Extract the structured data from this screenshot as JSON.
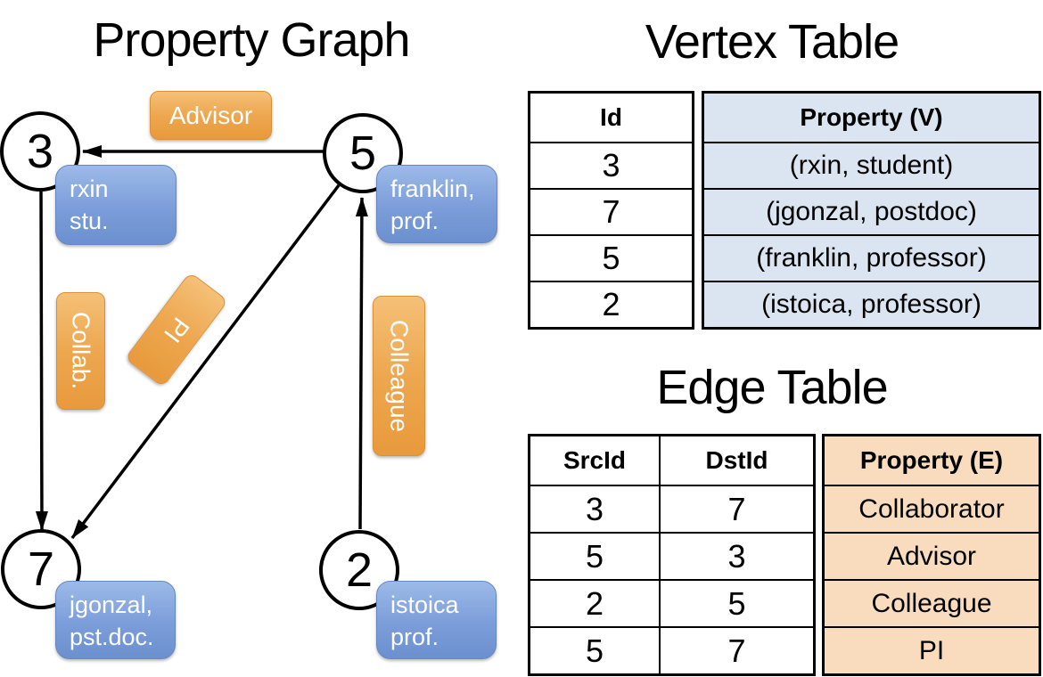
{
  "graph": {
    "title": "Property Graph",
    "nodes": {
      "n3": {
        "id": "3",
        "line1": "rxin",
        "line2": "stu."
      },
      "n5": {
        "id": "5",
        "line1": "franklin,",
        "line2": "prof."
      },
      "n7": {
        "id": "7",
        "line1": "jgonzal,",
        "line2": "pst.doc."
      },
      "n2": {
        "id": "2",
        "line1": "istoica",
        "line2": "prof."
      }
    },
    "edge_labels": {
      "advisor": "Advisor",
      "collab": "Collab.",
      "pi": "PI",
      "colleague": "Colleague"
    }
  },
  "vertex_table": {
    "title": "Vertex Table",
    "columns": {
      "id": "Id",
      "property": "Property (V)"
    },
    "rows": [
      {
        "id": "3",
        "property": "(rxin, student)"
      },
      {
        "id": "7",
        "property": "(jgonzal, postdoc)"
      },
      {
        "id": "5",
        "property": "(franklin, professor)"
      },
      {
        "id": "2",
        "property": "(istoica, professor)"
      }
    ]
  },
  "edge_table": {
    "title": "Edge Table",
    "columns": {
      "src": "SrcId",
      "dst": "DstId",
      "property": "Property (E)"
    },
    "rows": [
      {
        "src": "3",
        "dst": "7",
        "property": "Collaborator"
      },
      {
        "src": "5",
        "dst": "3",
        "property": "Advisor"
      },
      {
        "src": "2",
        "dst": "5",
        "property": "Colleague"
      },
      {
        "src": "5",
        "dst": "7",
        "property": "PI"
      }
    ]
  },
  "colors": {
    "vertex_column_fill": "#dbe5f2",
    "edge_column_fill": "#f9dcbd",
    "vertex_box_blue": "#7b9dd9",
    "edge_box_orange": "#eda74f",
    "line_black": "#000000"
  }
}
